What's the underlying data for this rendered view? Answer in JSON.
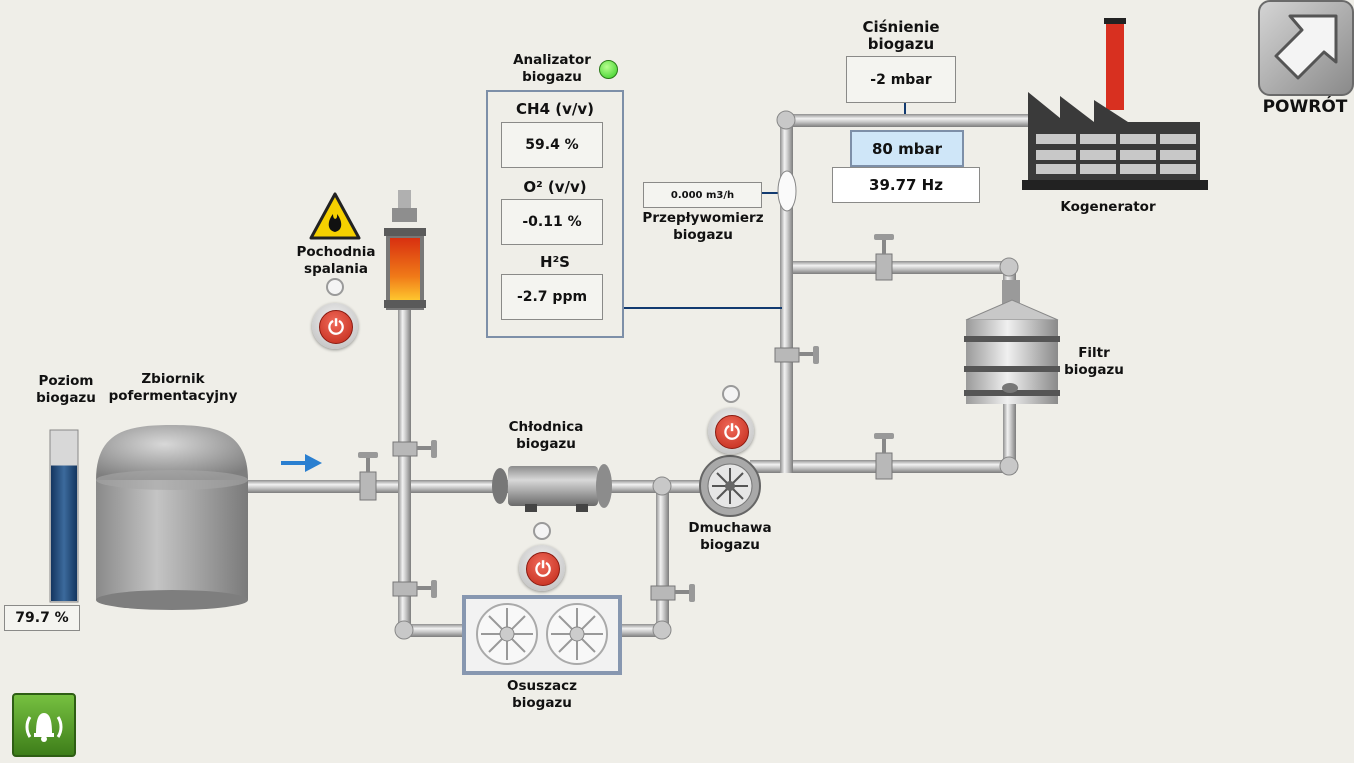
{
  "labels": {
    "tank_level": "Poziom\nbiogazu",
    "tank": "Zbiornik\npofermentacyjny",
    "flare": "Pochodnia\nspalania",
    "cooler": "Chłodnica\nbiogazu",
    "dryer": "Osuszacz\nbiogazu",
    "blower": "Dmuchawa\nbiogazu",
    "filter": "Filtr\nbiogazu",
    "flowmeter": "Przepływomierz\nbiogazu",
    "pressure": "Ciśnienie\nbiogazu",
    "cogenerator": "Kogenerator",
    "analyzer": "Analizator\nbiogazu"
  },
  "tank_level": {
    "fill_percent": 79.7,
    "value_text": "79.7 %"
  },
  "analyzer": {
    "status_color": "#33cc22",
    "rows": [
      {
        "label": "CH4 (v/v)",
        "value": "59.4 %"
      },
      {
        "label": "O² (v/v)",
        "value": "-0.11 %"
      },
      {
        "label": "H²S",
        "value": "-2.7 ppm"
      }
    ]
  },
  "flowmeter": {
    "value": "0.000 m3/h"
  },
  "pressure": {
    "value": "-2 mbar"
  },
  "cogenerator": {
    "setpoint": "80 mbar",
    "frequency": "39.77 Hz"
  },
  "nav": {
    "back_label": "POWRÓT"
  },
  "colors": {
    "background": "#efeee8",
    "panel_border": "#7d8fa8",
    "setpoint_bg": "#cfe6f8",
    "alarm_button": "#5aa02a",
    "flow_arrow": "#2a7fd0"
  },
  "icons": {
    "power": "power-icon",
    "warning": "flame-warning-icon",
    "back": "arrow-back-icon",
    "alarm": "bell-alarm-icon"
  }
}
